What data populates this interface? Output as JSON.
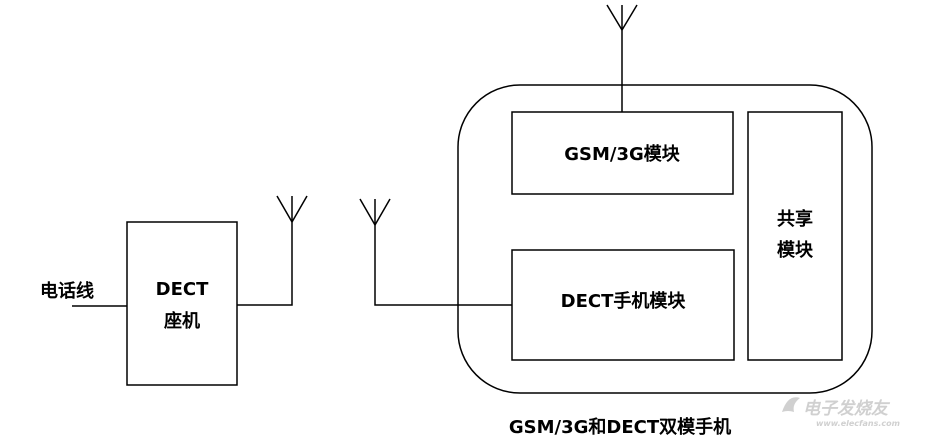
{
  "phone_line_label": "电话线",
  "dect_base": {
    "line1": "DECT",
    "line2": "座机"
  },
  "gsm_module_label": "GSM/3G模块",
  "dect_handset_module_label": "DECT手机模块",
  "shared_module": {
    "line1": "共享",
    "line2": "模块"
  },
  "device_caption": "GSM/3G和DECT双模手机",
  "watermark": {
    "text": "电子发烧友",
    "url": "www.elecfans.com"
  },
  "colors": {
    "stroke": "#000000",
    "background": "#ffffff",
    "watermark": "#d0d0d0"
  }
}
